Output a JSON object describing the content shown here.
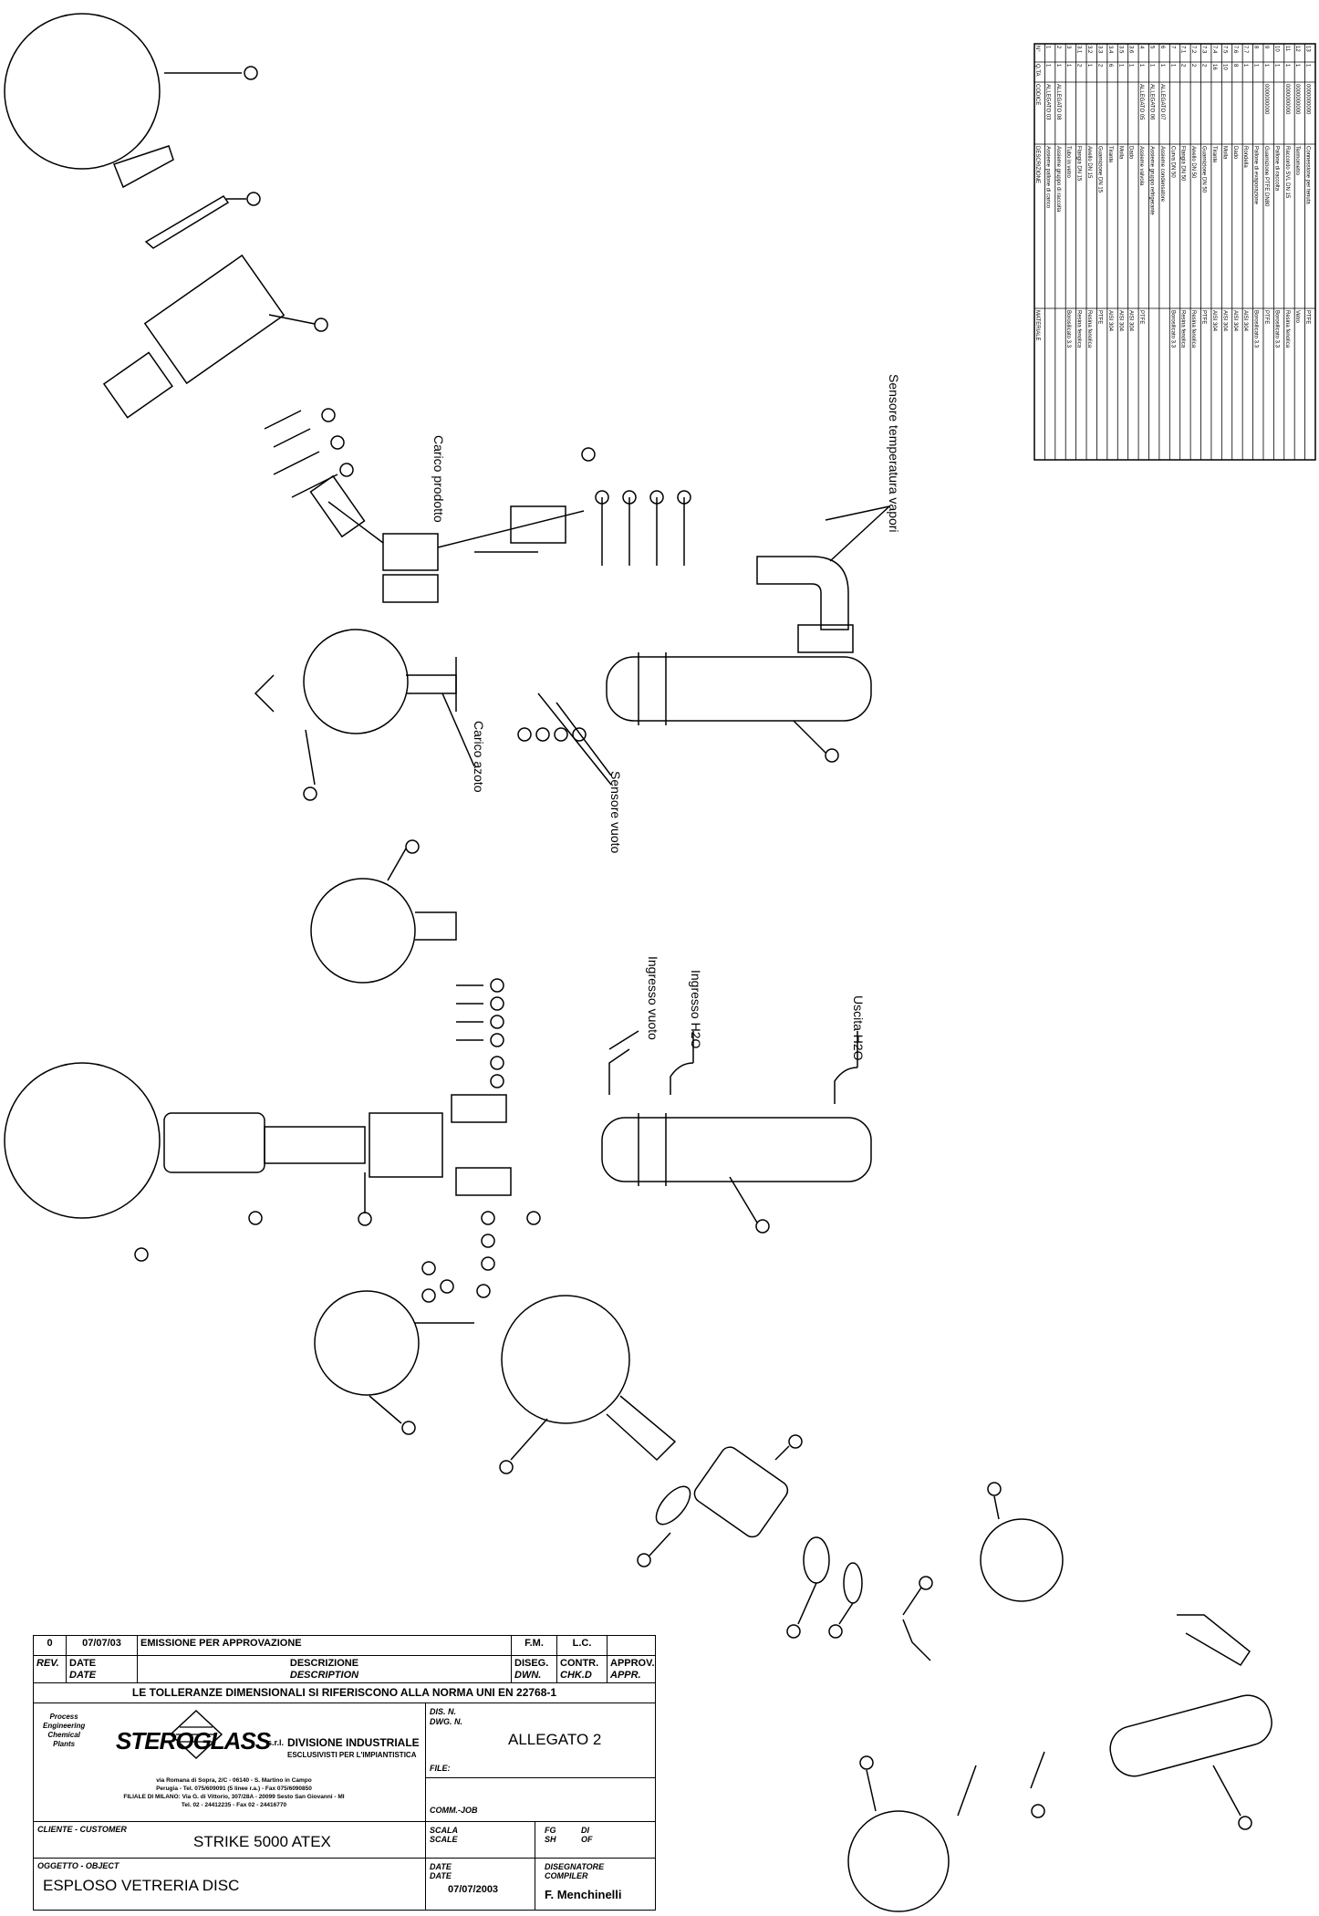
{
  "callouts": {
    "sensore_temperatura_vapori": "Sensore temperatura vapori",
    "carico_prodotto": "Carico prodotto",
    "carico_azoto": "Carico azoto",
    "sensore_vuoto": "Sensore vuoto",
    "ingresso_vuoto": "Ingresso vuoto",
    "ingresso_h2o": "Ingresso H2O",
    "uscita_h2o": "Uscita H2O"
  },
  "bom": {
    "headers": [
      "N°",
      "Q.TA",
      "CODICE",
      "DESCRIZIONE",
      "MATERIALE"
    ],
    "rows": [
      {
        "n": "1",
        "qty": "1",
        "code": "ALLEGATO 03",
        "desc": "Assieme pallone di carico",
        "mat": ""
      },
      {
        "n": "2",
        "qty": "1",
        "code": "ALLEGATO 08",
        "desc": "Assieme gruppo di raccolta",
        "mat": ""
      },
      {
        "n": "3",
        "qty": "1",
        "code": "",
        "desc": "Tubo in vetro",
        "mat": "Borosilicato 3.3"
      },
      {
        "n": "3.1",
        "qty": "2",
        "code": "",
        "desc": "Flangia DN 15",
        "mat": "Resina fenolica"
      },
      {
        "n": "3.2",
        "qty": "1",
        "code": "",
        "desc": "Anello DN 15",
        "mat": "Resina fenolica"
      },
      {
        "n": "3.3",
        "qty": "2",
        "code": "",
        "desc": "Guarnizione DN 15",
        "mat": "PTFE"
      },
      {
        "n": "3.4",
        "qty": "6",
        "code": "",
        "desc": "Tirante",
        "mat": "AISI 304"
      },
      {
        "n": "3.5",
        "qty": "1",
        "code": "",
        "desc": "Molla",
        "mat": "AISI 304"
      },
      {
        "n": "3.6",
        "qty": "1",
        "code": "",
        "desc": "Dado",
        "mat": "AISI 304"
      },
      {
        "n": "4",
        "qty": "1",
        "code": "ALLEGATO 05",
        "desc": "Assieme valvola",
        "mat": "PTFE"
      },
      {
        "n": "5",
        "qty": "1",
        "code": "ALLEGATO 06",
        "desc": "Assieme gruppo refrigerante",
        "mat": ""
      },
      {
        "n": "6",
        "qty": "1",
        "code": "ALLEGATO 07",
        "desc": "Assieme condensatore",
        "mat": ""
      },
      {
        "n": "7",
        "qty": "1",
        "code": "",
        "desc": "Curva DN 50",
        "mat": "Borosilicato 3.3"
      },
      {
        "n": "7.1",
        "qty": "2",
        "code": "",
        "desc": "Flangia DN 50",
        "mat": "Resina fenolica"
      },
      {
        "n": "7.2",
        "qty": "2",
        "code": "",
        "desc": "Anello DN 50",
        "mat": "Resina fenolica"
      },
      {
        "n": "7.3",
        "qty": "2",
        "code": "",
        "desc": "Guarnizione DN 50",
        "mat": "PTFE"
      },
      {
        "n": "7.4",
        "qty": "16",
        "code": "",
        "desc": "Tirante",
        "mat": "AISI 304"
      },
      {
        "n": "7.5",
        "qty": "10",
        "code": "",
        "desc": "Molla",
        "mat": "AISI 304"
      },
      {
        "n": "7.6",
        "qty": "8",
        "code": "",
        "desc": "Dado",
        "mat": "AISI 304"
      },
      {
        "n": "7.7",
        "qty": "1",
        "code": "",
        "desc": "Rondella",
        "mat": "AISI 304"
      },
      {
        "n": "8",
        "qty": "1",
        "code": "",
        "desc": "Pallone di evaporazione",
        "mat": "Borosilicato 3.3"
      },
      {
        "n": "9",
        "qty": "1",
        "code": "0000000000",
        "desc": "Guarnizione PTFE DN80",
        "mat": "PTFE"
      },
      {
        "n": "10",
        "qty": "1",
        "code": "",
        "desc": "Pallone di raccolta",
        "mat": "Borosilicato 3.3"
      },
      {
        "n": "11",
        "qty": "1",
        "code": "0000000000",
        "desc": "Raccordo SVL DN 15",
        "mat": "Resina fenolica"
      },
      {
        "n": "12",
        "qty": "1",
        "code": "0000000000",
        "desc": "Termometro",
        "mat": "Vetro"
      },
      {
        "n": "13",
        "qty": "1",
        "code": "0000000000",
        "desc": "Connessione per tenuta",
        "mat": "PTFE"
      }
    ]
  },
  "title_block": {
    "rev_row": {
      "rev": "0",
      "date": "07/07/03",
      "desc": "EMISSIONE PER APPROVAZIONE",
      "dwn": "F.M.",
      "chk": "L.C.",
      "appr": ""
    },
    "h_rev": "REV.",
    "h_date": "DATE",
    "h_date2": "DATE",
    "h_descrizione": "DESCRIZIONE",
    "h_description": "DESCRIPTION",
    "h_diseg": "DISEG.",
    "h_dwn": "DWN.",
    "h_contr": "CONTR.",
    "h_chkd": "CHK.D",
    "h_approv": "APPROV.",
    "h_appr": "APPR.",
    "tolerance_note": "LE TOLLERANZE DIMENSIONALI SI RIFERISCONO ALLA NORMA UNI EN 22768-1",
    "company_tagline": [
      "Process",
      "Engineering",
      "Chemical",
      "Plants"
    ],
    "company_logo": "STEROGLASS",
    "company_suffix": "s.r.l.",
    "division": "DIVISIONE INDUSTRIALE",
    "division_sub": "ESCLUSIVISTI PER L'IMPIANTISTICA",
    "address_lines": [
      "via Romana di Sopra, 2/C - 06140 - S. Martino in Campo",
      "Perugia - Tel. 075/609091 (5 linee r.a.) - Fax 075/6090850",
      "FILIALE DI MILANO: Via G. di Vittorio, 307/28A - 20099 Sesto San Giovanni - MI",
      "Tel. 02 - 24412235 - Fax 02 - 24416770"
    ],
    "dis_n_label": "DIS. N.",
    "dwg_n_label": "DWG. N.",
    "drawing_number": "ALLEGATO 2",
    "file_label": "FILE:",
    "comm_label": "COMM.-JOB",
    "cliente_label": "CLIENTE - CUSTOMER",
    "client": "STRIKE 5000 ATEX",
    "scala_label": "SCALA",
    "scale_label": "SCALE",
    "fg_label": "FG",
    "sh_label": "SH",
    "di_label": "DI",
    "of_label": "OF",
    "oggetto_label": "OGGETTO - OBJECT",
    "object": "ESPLOSO VETRERIA DISC",
    "date_label": "DATE",
    "date_label2": "DATE",
    "date_value": "07/07/2003",
    "disegnatore_label": "DISEGNATORE",
    "compiler_label": "COMPILER",
    "compiler": "F. Menchinelli"
  }
}
